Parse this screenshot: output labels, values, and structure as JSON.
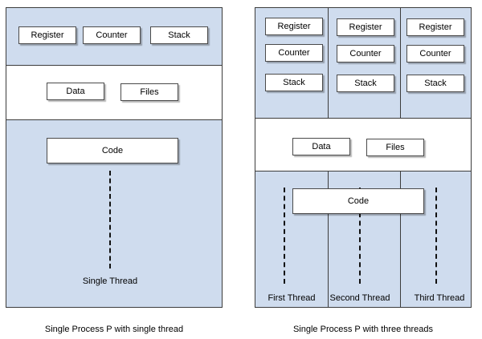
{
  "single_process": {
    "registers": [
      "Register",
      "Counter",
      "Stack"
    ],
    "resources": [
      "Data",
      "Files"
    ],
    "code": "Code",
    "thread_label": "Single Thread",
    "caption": "Single Process P with single thread"
  },
  "multi_process": {
    "threads": [
      {
        "register": "Register",
        "counter": "Counter",
        "stack": "Stack",
        "label": "First Thread"
      },
      {
        "register": "Register",
        "counter": "Counter",
        "stack": "Stack",
        "label": "Second Thread"
      },
      {
        "register": "Register",
        "counter": "Counter",
        "stack": "Stack",
        "label": "Third Thread"
      }
    ],
    "resources": [
      "Data",
      "Files"
    ],
    "code": "Code",
    "caption": "Single Process P with three threads"
  }
}
